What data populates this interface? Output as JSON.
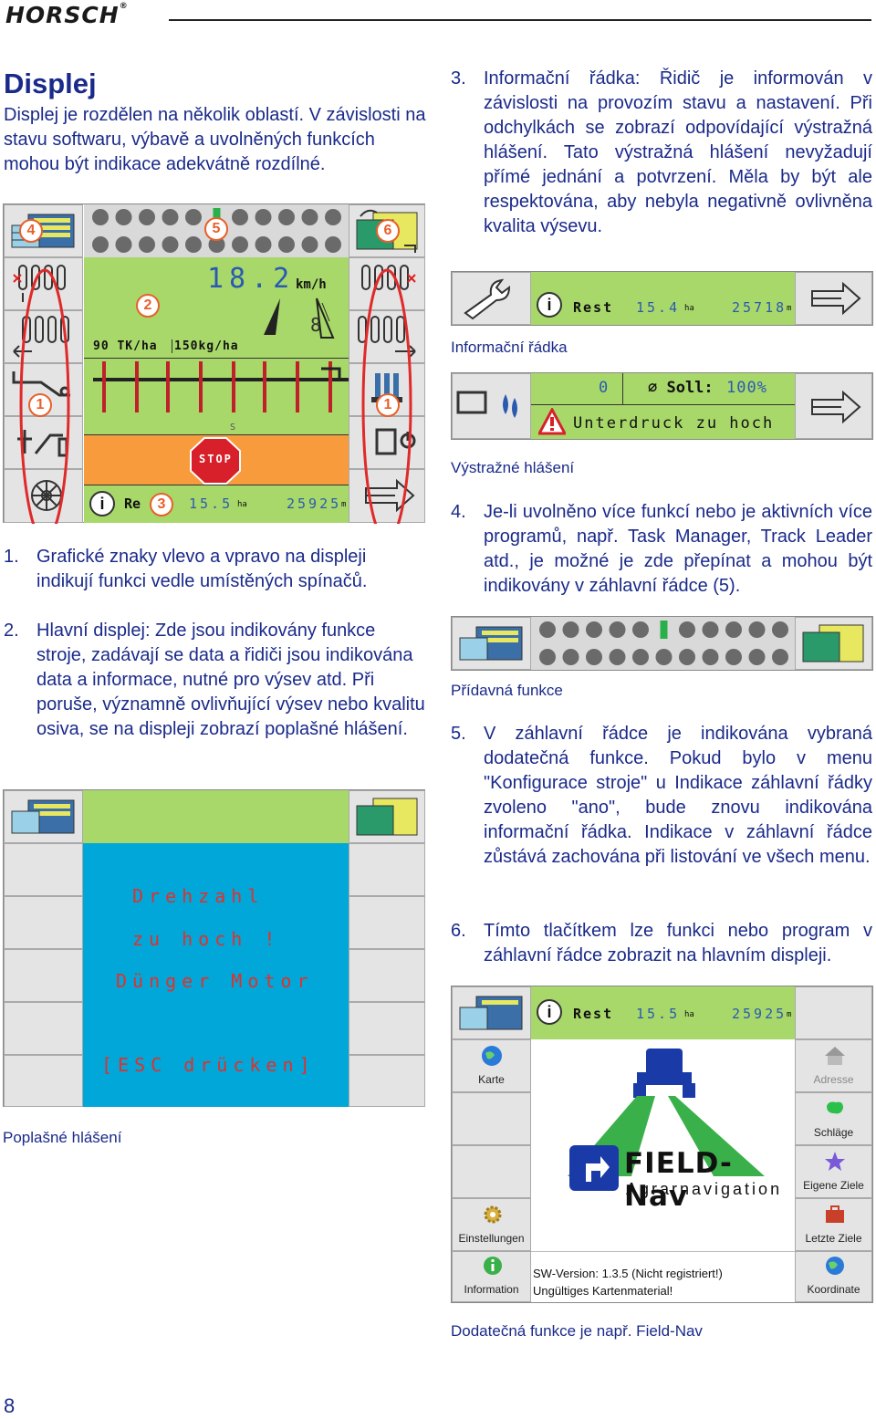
{
  "header": {
    "logo": "HORSCH",
    "reg": "®"
  },
  "page_number": "8",
  "left": {
    "title": "Displej",
    "intro": "Displej je rozdělen na několik oblastí. V závislosti na stavu softwaru, výbavě a uvolněných funkcích mohou být indikace adekvátně rozdílné.",
    "items": [
      {
        "num": "1.",
        "text": "Grafické znaky vlevo a vpravo na displeji indikují funkci vedle umístěných spínačů."
      },
      {
        "num": "2.",
        "text": "Hlavní displej: Zde jsou indikovány funkce stroje, zadávají se data a řidiči jsou indikována data a informace, nutné pro výsev atd. Při poruše, významně ovlivňující výsev nebo kvalitu osiva, se na displeji zobrazí poplašné hlášení."
      }
    ],
    "alarm_caption": "Poplašné hlášení"
  },
  "main_display": {
    "speed": "18.2",
    "speed_unit": "km/h",
    "gear": "8",
    "rate1": "90 TK/ha",
    "rate2": "150kg/ha",
    "small_s": "S",
    "stop": "STOP",
    "info_i": "i",
    "info_label": "Re",
    "info_area": "15.5",
    "info_area_unit": "ha",
    "info_dist": "25925",
    "info_dist_unit": "m",
    "callouts": {
      "c1": "1",
      "c2": "2",
      "c3": "3",
      "c4": "4",
      "c5": "5",
      "c6": "6"
    }
  },
  "alarm": {
    "line1": "Drehzahl",
    "line2": "zu hoch !",
    "line3": "Dünger Motor",
    "line4": "[ESC drücken]"
  },
  "right": {
    "item3": {
      "num": "3.",
      "text": "Informační řádka: Řidič je informován v závislosti na provozím stavu a nastavení. Při odchylkách se zobrazí odpovídající výstražná hlášení. Tato výstražná hlášení nevyžadují přímé jednání a potvrzení. Měla by být ale respektována, aby nebyla negativně ovlivněna kvalita výsevu."
    },
    "info_panel": {
      "i": "i",
      "label": "Rest",
      "area": "15.4",
      "area_unit": "ha",
      "dist": "25718",
      "dist_unit": "m"
    },
    "info_caption": "Informační řádka",
    "warn_panel": {
      "zero": "0",
      "soll": "⌀ Soll:",
      "pct": "100%",
      "msg": "Unterdruck zu hoch"
    },
    "warn_caption": "Výstražné hlášení",
    "item4": {
      "num": "4.",
      "text": "Je-li uvolněno více funkcí nebo je aktivních více programů, např. Task Manager, Track Leader atd., je možné je zde přepínat a mohou být indikovány v záhlavní řádce (5)."
    },
    "extra_caption": "Přídavná funkce",
    "item5": {
      "num": "5.",
      "text": "V záhlavní řádce je indikována vybraná dodatečná funkce. Pokud bylo v menu \"Konfigurace stroje\" u Indikace záhlavní řádky zvoleno \"ano\", bude znovu indikována informační řádka. Indikace v záhlavní řádce zůstává zachována při listování ve všech menu."
    },
    "item6": {
      "num": "6.",
      "text": "Tímto tlačítkem lze funkci nebo program v záhlavní řádce zobrazit na hlavním displeji."
    },
    "fieldnav": {
      "i": "i",
      "label": "Rest",
      "area": "15.5",
      "area_unit": "ha",
      "dist": "25925",
      "dist_unit": "m",
      "left_buttons": [
        "Karte",
        "Einstellungen",
        "Information"
      ],
      "right_buttons": [
        "Adresse",
        "Schläge",
        "Eigene Ziele",
        "Letzte Ziele",
        "Koordinate"
      ],
      "logo_title": "FIELD-Nav",
      "logo_sub": "Agrarnavigation",
      "sw_version": "SW-Version: 1.3.5 (Nicht registriert!)",
      "map_status": "Ungültiges Kartenmaterial!"
    },
    "fieldnav_caption": "Dodatečná funkce je např. Field-Nav"
  },
  "colors": {
    "text": "#1a2a8a",
    "lcd_green": "#a8d86a",
    "lcd_orange": "#f79b3c",
    "alarm_blue": "#00a7d8",
    "alarm_text": "#e2302c",
    "callout": "#e8602a",
    "stop_red": "#d8202a"
  }
}
